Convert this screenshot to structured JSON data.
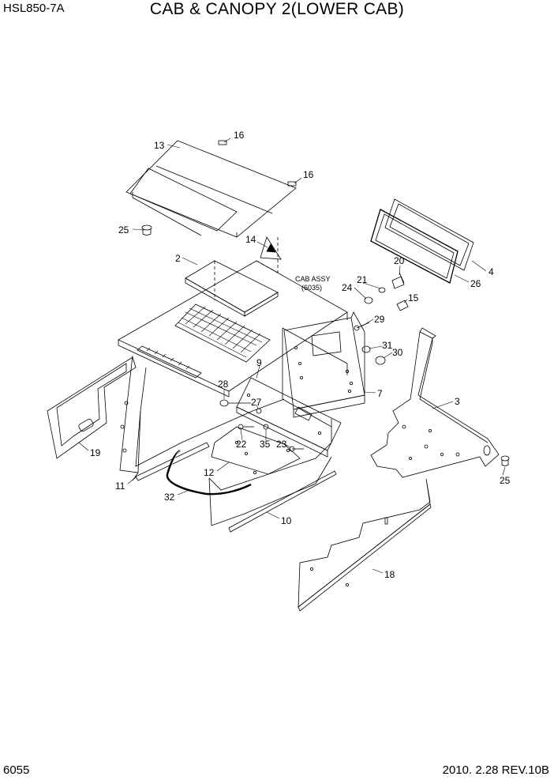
{
  "header": {
    "model": "HSL850-7A",
    "title": "CAB & CANOPY 2(LOWER CAB)"
  },
  "footer": {
    "page": "6055",
    "revision": "2010. 2.28  REV.10B"
  },
  "reference": {
    "line1": "CAB ASSY",
    "line2": "(6035)"
  },
  "callouts": [
    "16",
    "13",
    "16",
    "25",
    "14",
    "4",
    "26",
    "20",
    "2",
    "21",
    "24",
    "15",
    "29",
    "31",
    "30",
    "9",
    "7",
    "3",
    "28",
    "27",
    "22",
    "35",
    "23",
    "19",
    "11",
    "12",
    "32",
    "10",
    "25",
    "18"
  ]
}
